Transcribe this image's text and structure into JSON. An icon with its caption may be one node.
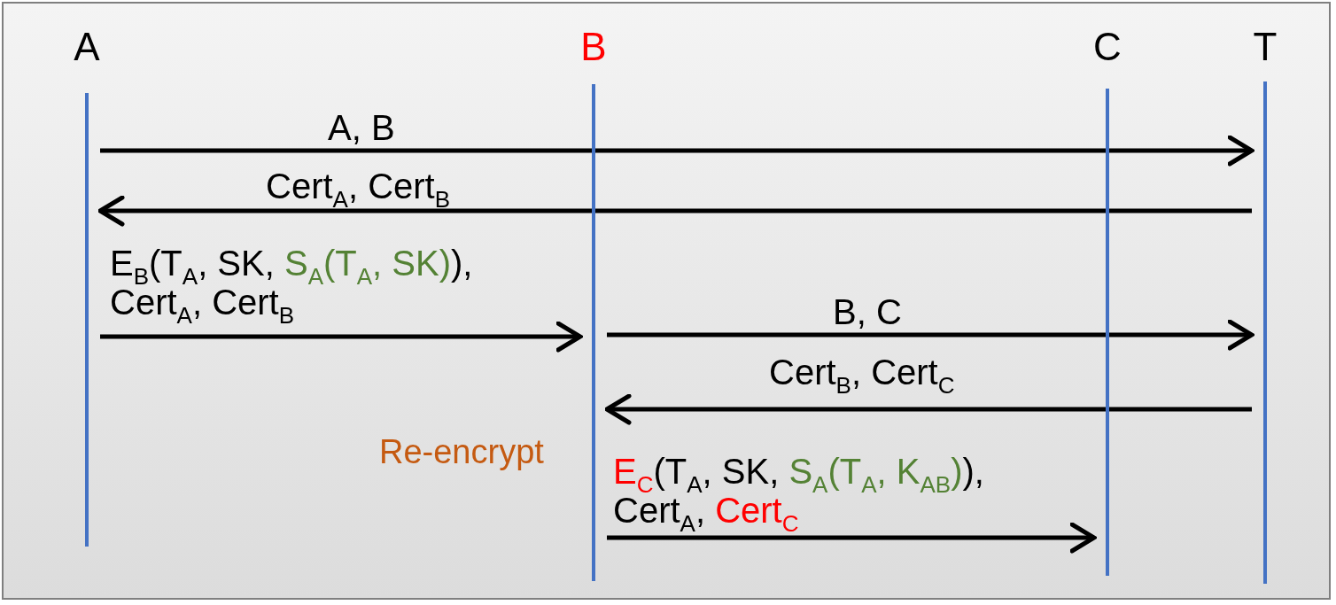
{
  "diagram": {
    "nodes": [
      {
        "text": [
          "A"
        ]
      },
      {
        "text": [
          "B"
        ]
      },
      {
        "text": [
          "C"
        ]
      },
      {
        "text": [
          "T"
        ]
      }
    ],
    "edges": [
      {
        "from": 0,
        "to": 3,
        "arrow": "to",
        "label": "A, B"
      },
      {
        "from": 3,
        "to": 0,
        "arrow": "to",
        "label": "Cert$_{A}$, Cert$_{B}$"
      },
      {
        "from": 0,
        "to": 1,
        "arrow": "to",
        "label": "E$_{B}$(T$_{A}$, SK, S$_{A}$(T$_{A}$, SK)), Cert$_{A}$, Cert$_{B}$"
      },
      {
        "from": 1,
        "to": 3,
        "arrow": "to",
        "label": "B, C"
      },
      {
        "from": 3,
        "to": 1,
        "arrow": "to",
        "label": "Cert$_{B}$, Cert$_{C}$"
      },
      {
        "from": 1,
        "to": 2,
        "arrow": "to",
        "label": "E$_{C}$(T$_{A}$, SK, S$_{A}$(T$_{A}$, K$_{AB}$)), Cert$_{A}$, Cert$_{C}$"
      }
    ],
    "labels": [
      "Re-encrypt"
    ]
  }
}
